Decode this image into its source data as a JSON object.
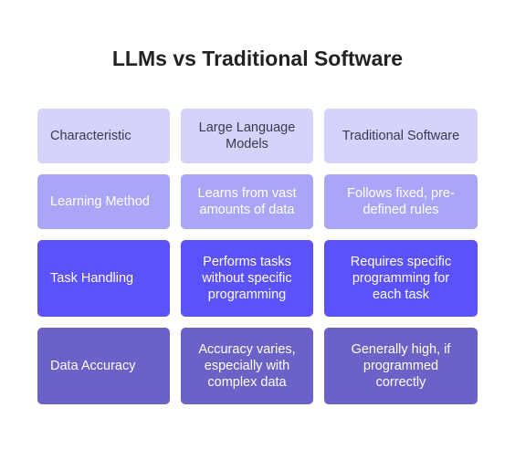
{
  "title": "LLMs vs Traditional Software",
  "header": {
    "characteristic": "Characteristic",
    "llm": "Large Language Models",
    "traditional": "Traditional Software"
  },
  "rows": [
    {
      "characteristic": "Learning Method",
      "llm": "Learns from vast amounts of data",
      "traditional": "Follows fixed, pre-defined rules"
    },
    {
      "characteristic": "Task Handling",
      "llm": "Performs tasks without specific programming",
      "traditional": "Requires specific programming for each task"
    },
    {
      "characteristic": "Data Accuracy",
      "llm": "Accuracy varies, especially with complex data",
      "traditional": "Generally high, if programmed correctly"
    }
  ],
  "colors": {
    "header_bg": "#d5d3fb",
    "row1_bg": "#a9a5f7",
    "row2_bg": "#5b52fb",
    "row3_bg": "#6a62c7"
  }
}
